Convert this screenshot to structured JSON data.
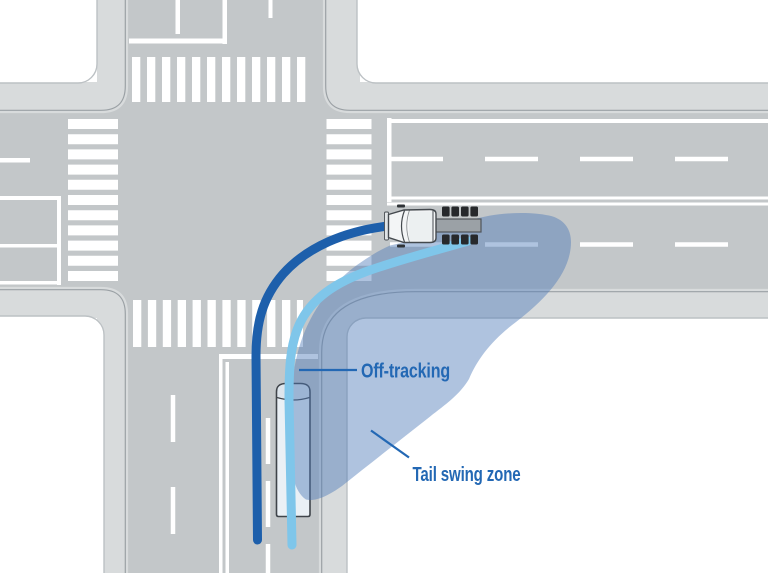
{
  "diagram": {
    "type": "truck-turning-intersection-diagram",
    "labels": {
      "off_tracking": "Off-tracking",
      "tail_swing_zone": "Tail swing zone"
    },
    "colors": {
      "front_path": "#1d5fab",
      "rear_path": "#7fc6ea",
      "swing_zone": "#4d79b8",
      "label_text": "#2368b4",
      "leader_line": "#2368b4",
      "road": "#c3c7c9",
      "sidewalk": "#d8dbdc",
      "curb": "#9ba1a5",
      "marking": "#ffffff",
      "building": "#ffffff"
    },
    "elements": {
      "dark_blue_line": "path of truck front during turn",
      "light_blue_line": "path of rear wheels (off-tracking)",
      "shaded_area": "area swept by vehicle tail during turn",
      "truck": "semi-truck tractor on east road",
      "vehicle_body": "vehicle rear body on south road"
    }
  }
}
